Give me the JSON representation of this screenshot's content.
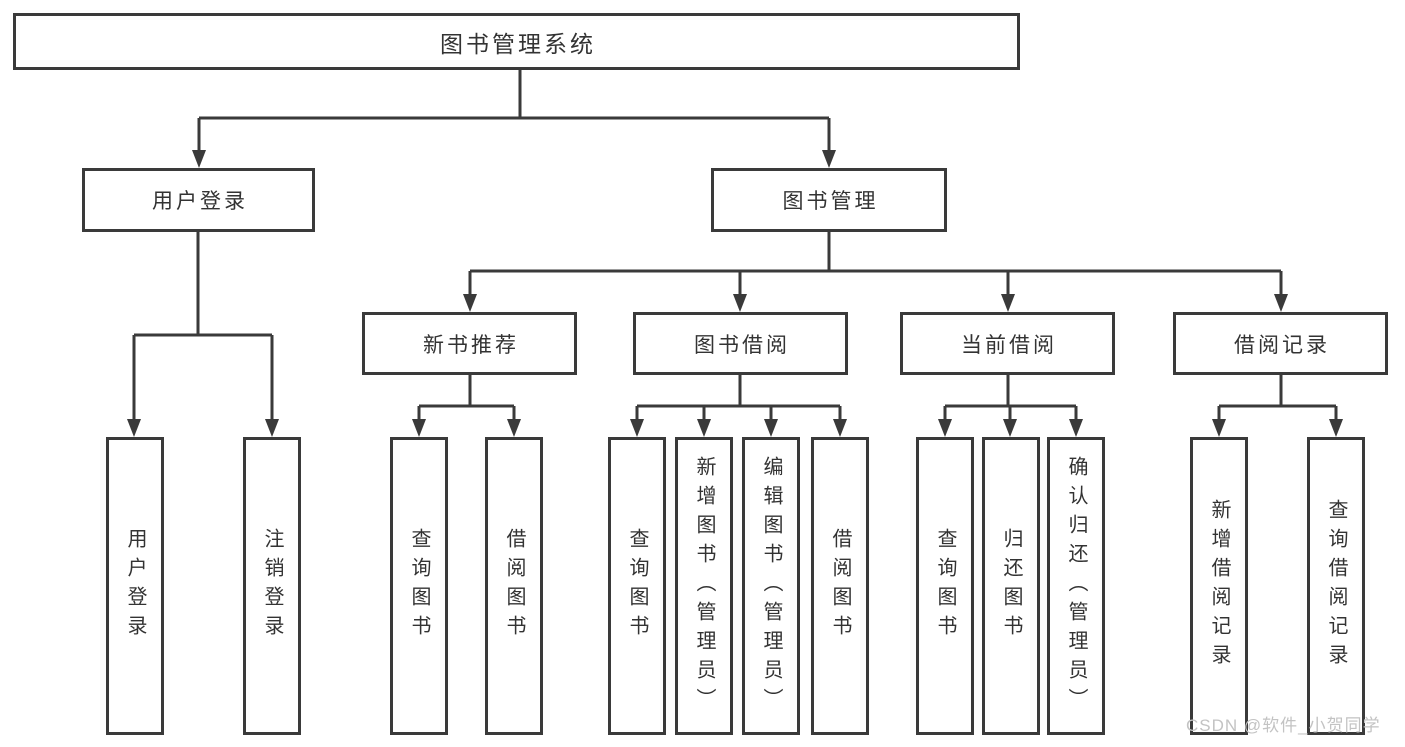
{
  "diagram": {
    "root": {
      "label": "图书管理系统"
    },
    "branches": [
      {
        "label": "用户登录",
        "children": [
          {
            "label": "用户登录"
          },
          {
            "label": "注销登录"
          }
        ]
      },
      {
        "label": "图书管理",
        "children": [
          {
            "label": "新书推荐",
            "children": [
              {
                "label": "查询图书"
              },
              {
                "label": "借阅图书"
              }
            ]
          },
          {
            "label": "图书借阅",
            "children": [
              {
                "label": "查询图书"
              },
              {
                "label": "新增图书（管理员）"
              },
              {
                "label": "编辑图书（管理员）"
              },
              {
                "label": "借阅图书"
              }
            ]
          },
          {
            "label": "当前借阅",
            "children": [
              {
                "label": "查询图书"
              },
              {
                "label": "归还图书"
              },
              {
                "label": "确认归还（管理员）"
              }
            ]
          },
          {
            "label": "借阅记录",
            "children": [
              {
                "label": "新增借阅记录"
              },
              {
                "label": "查询借阅记录"
              }
            ]
          }
        ]
      }
    ]
  },
  "watermark": {
    "text": "CSDN @软件_小贺同学"
  },
  "colors": {
    "line": "#3a3a3a",
    "text": "#333333",
    "watermark": "#c3c3c3",
    "background": "#ffffff"
  }
}
